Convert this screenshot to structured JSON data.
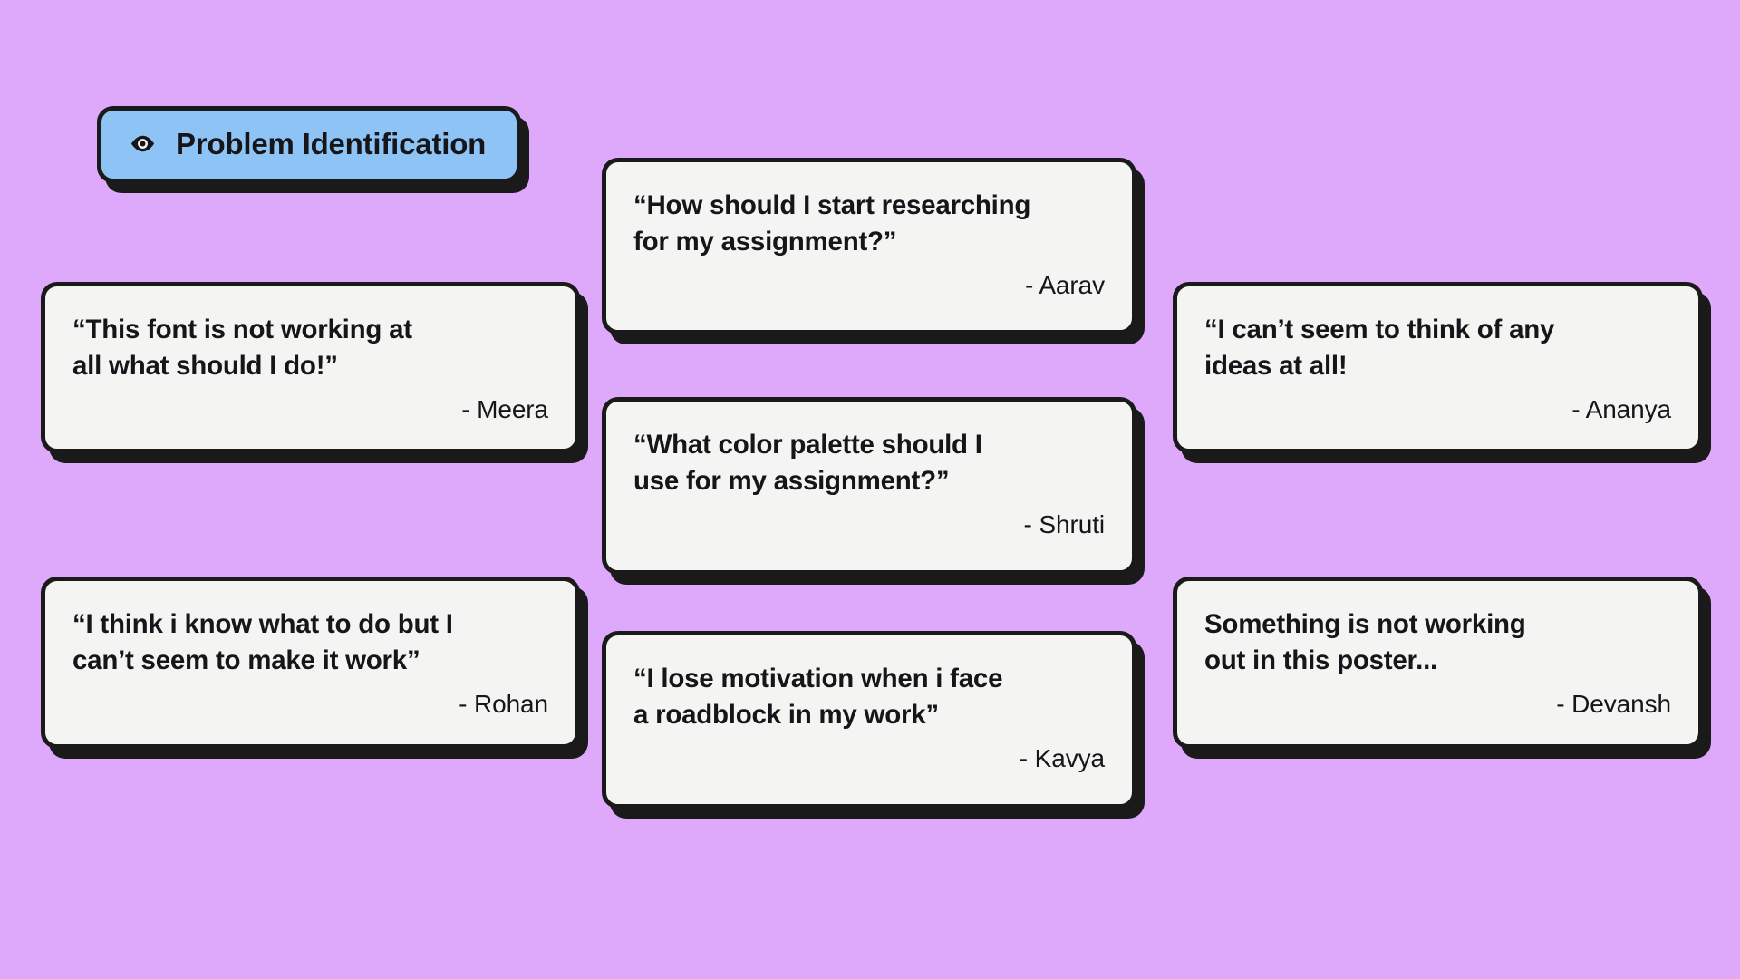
{
  "header": {
    "label": "Problem Identification",
    "icon": "eye-icon",
    "background_color": "#8DC4F5",
    "border_color": "#1A1A1A"
  },
  "theme": {
    "page_background": "#DEA9FB",
    "card_background": "#F4F4F3",
    "ink": "#16161A",
    "border": "#1A1A1A"
  },
  "cards": [
    {
      "id": "meera",
      "quote": "“This font is not working at\nall what should I do!”",
      "author": "- Meera"
    },
    {
      "id": "rohan",
      "quote": "“I think i know what to do but I\ncan’t seem to make it work”",
      "author": "- Rohan"
    },
    {
      "id": "aarav",
      "quote": "“How should I start researching\nfor my assignment?”",
      "author": "- Aarav"
    },
    {
      "id": "shruti",
      "quote": "“What color palette should I\nuse for my assignment?”",
      "author": "- Shruti"
    },
    {
      "id": "kavya",
      "quote": "“I lose motivation when i face\na roadblock in my work”",
      "author": "- Kavya"
    },
    {
      "id": "ananya",
      "quote": "“I can’t seem to think of any\nideas at all!",
      "author": "- Ananya"
    },
    {
      "id": "devansh",
      "quote": "Something is not working\nout in this poster...",
      "author": "- Devansh"
    }
  ]
}
